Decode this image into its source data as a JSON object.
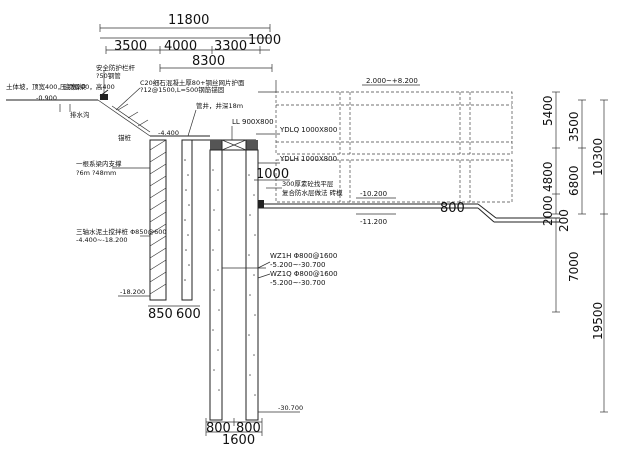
{
  "dimensions": {
    "top_total": "11800",
    "top_1000": "1000",
    "top_3500": "3500",
    "top_4000": "4000",
    "top_3300": "3300",
    "top_8300": "8300",
    "right_5400": "5400",
    "right_3500": "3500",
    "right_4800": "4800",
    "right_6800": "6800",
    "right_10300": "10300",
    "right_2000": "2000",
    "right_200": "200",
    "right_7000": "7000",
    "right_19500": "19500",
    "dim_1000_mid": "1000",
    "dim_800_mid": "800",
    "bottom_850": "850",
    "bottom_600": "600",
    "bottom_800a": "800",
    "bottom_800b": "800",
    "bottom_1600": "1600"
  },
  "labels": {
    "level_top": "2.000~+8.200",
    "c20_line1": "C20细石混凝土厚80+钢丝网片护面",
    "c20_line2": "?12@1500,L=500钢筋锚固",
    "safety_fence_1": "安全防护栏杆",
    "safety_fence_2": "?50钢管",
    "ground_left_1": "土体坡，顶宽400，底宽200，高400",
    "ground_left_2": "压顶圈梁",
    "ground_level": "-0.900",
    "drain_ditch": "排水沟",
    "anchor": "锚桩",
    "level_4400": "-4.400",
    "pipe_note": "管井，井深18m",
    "ll_beam": "LL 900X800",
    "ydlq": "YDLQ 1000X800",
    "ydlh": "YDLH 1000X800",
    "support_note_1": "一根系梁内支撑",
    "support_note_2": "?6m ?48mm",
    "pile_note_1": "三轴水泥土搅拌桩 Φ850@600",
    "pile_note_2": "-4.400~-18.200",
    "level_1020": "-10.200",
    "level_1120": "-11.200",
    "note_300": "300厚素砼找平层",
    "note_waterproof": "复合防水层做法  砖模",
    "wz1h_1": "WZ1H Φ800@1600",
    "wz1h_2": "-5.200~-30.700",
    "wz1q_1": "WZ1Q Φ800@1600",
    "wz1q_2": "-5.200~-30.700",
    "level_1820": "-18.200",
    "level_3070": "-30.700"
  }
}
